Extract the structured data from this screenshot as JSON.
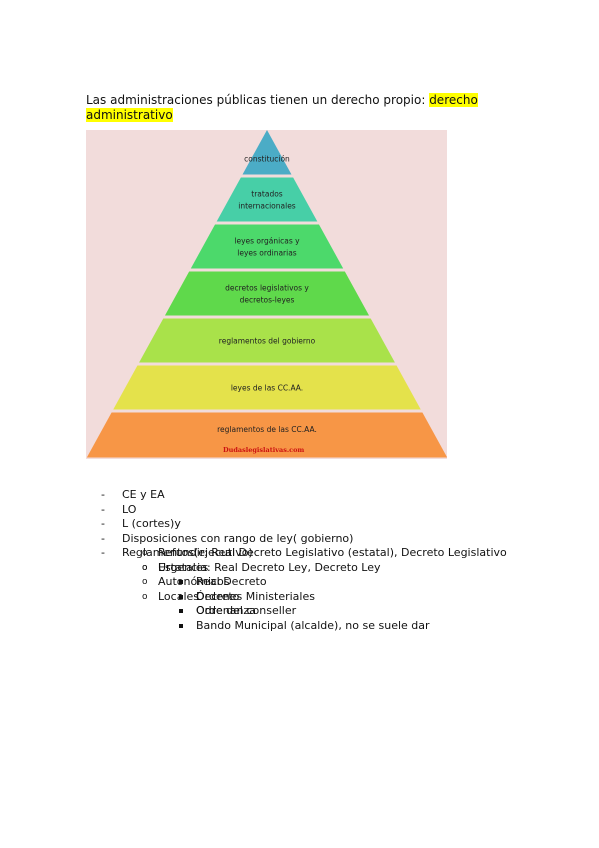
{
  "intro": {
    "text": "Las administraciones públicas tienen un derecho propio: ",
    "highlight": "derecho administrativo"
  },
  "pyramid": {
    "levels": [
      {
        "lines": [
          "constitución"
        ],
        "color": "#4bacc6"
      },
      {
        "lines": [
          "tratados",
          "internacionales"
        ],
        "color": "#47cfa7"
      },
      {
        "lines": [
          "leyes orgánicas y",
          "leyes ordinarias"
        ],
        "color": "#4cd96b"
      },
      {
        "lines": [
          "decretos legislativos y",
          "decretos-leyes"
        ],
        "color": "#5fd94b"
      },
      {
        "lines": [
          "reglamentos del gobierno"
        ],
        "color": "#a9e24a"
      },
      {
        "lines": [
          "leyes de las CC.AA."
        ],
        "color": "#e4e24b"
      },
      {
        "lines": [
          "reglamentos de las CC.AA."
        ],
        "color": "#f79646"
      }
    ],
    "watermark": "Dudaslegislativas.com"
  },
  "list": [
    {
      "marker": "-",
      "text": "CE y EA"
    },
    {
      "marker": "-",
      "text": "LO"
    },
    {
      "marker": "-",
      "text": "L  (cortes)y"
    },
    {
      "marker": "-",
      "text": "Disposiciones con rango de ley( gobierno)",
      "children": [
        {
          "marker": "o",
          "text": "Refundir: Real Decreto Legislativo (estatal), Decreto Legislativo"
        },
        {
          "marker": "o",
          "text": "Urgencia: Real Decreto Ley, Decreto Ley"
        }
      ]
    },
    {
      "marker": "-",
      "text": "Reglamentos(ejecutivo)",
      "children": [
        {
          "marker": "o",
          "text": "Estatales",
          "children": [
            "Real Decreto",
            "Órdenes Ministeriales"
          ]
        },
        {
          "marker": "o",
          "text": "Autonómicos",
          "children": [
            "Decreto",
            "Odre del conseller"
          ]
        },
        {
          "marker": "o",
          "text": "Locales",
          "children": [
            "Ordenanza",
            "Bando Municipal (alcalde), no se suele dar"
          ]
        }
      ]
    }
  ]
}
